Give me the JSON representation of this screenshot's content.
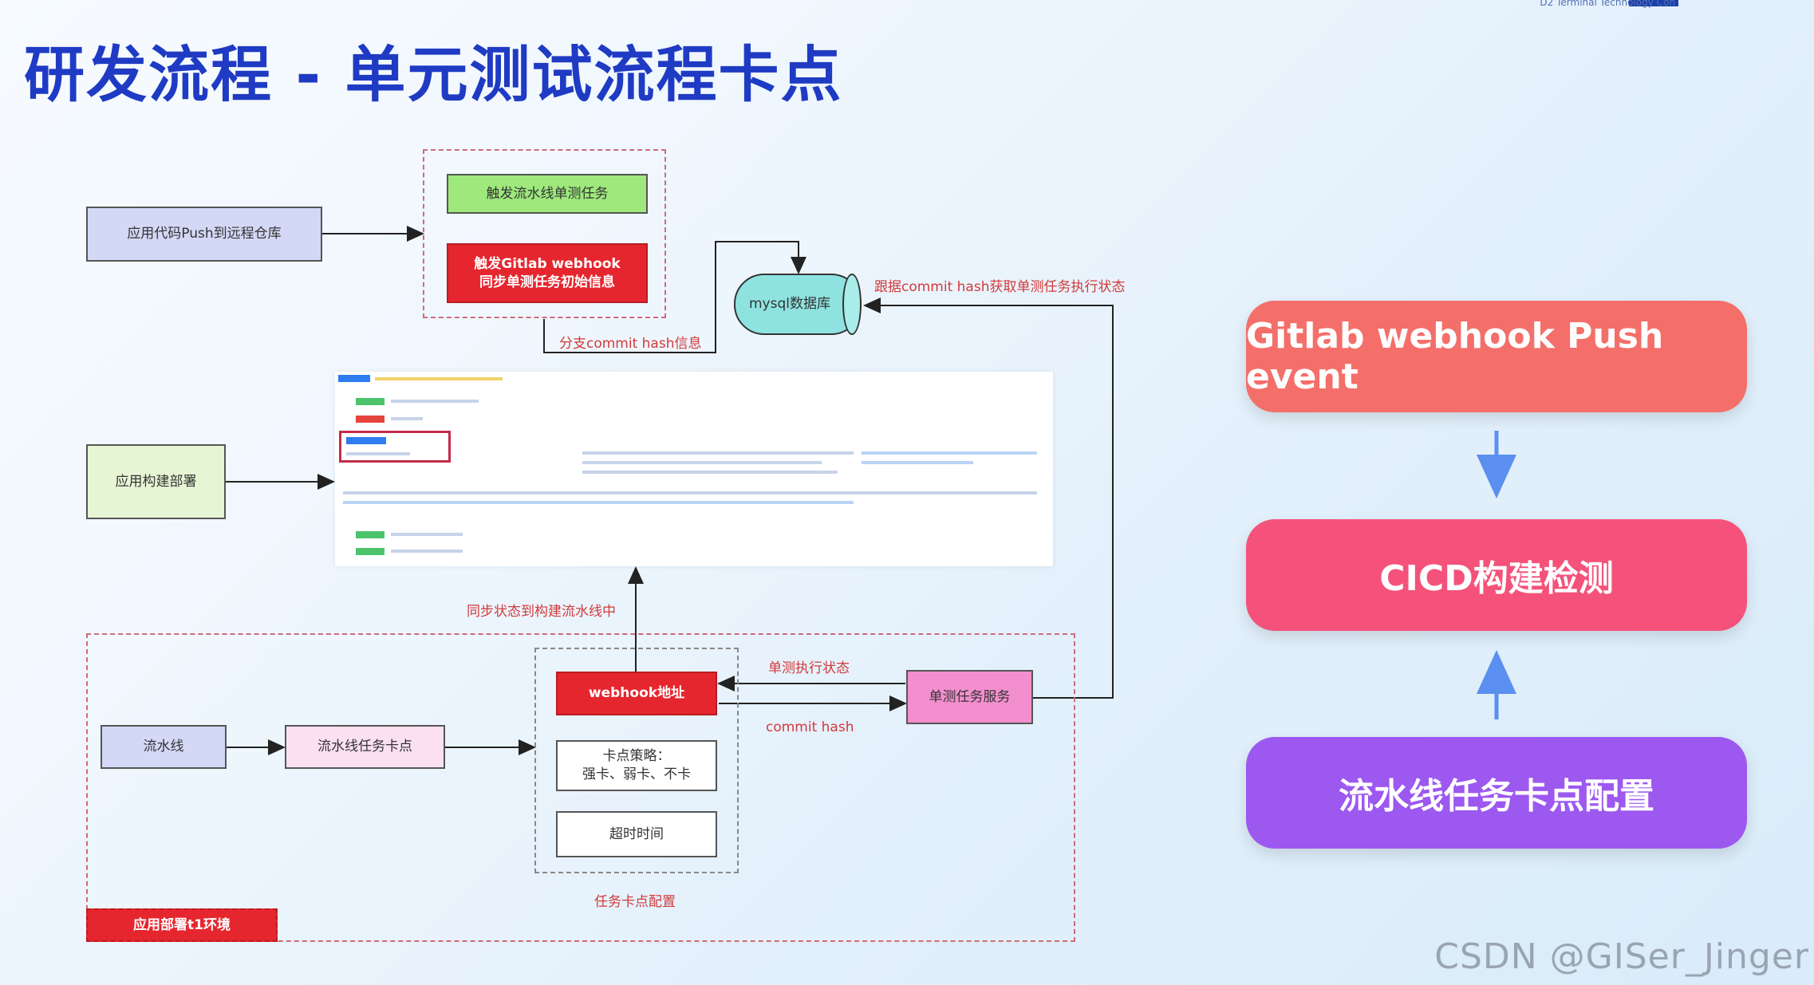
{
  "title": "研发流程 - 单元测试流程卡点",
  "logo": {
    "text": "D2 Terminal Technology Con"
  },
  "diagram": {
    "push_repo": "应用代码Push到远程仓库",
    "trigger_pipeline": "触发流水线单测任务",
    "trigger_webhook": "触发Gitlab webhook\n同步单测任务初始信息",
    "mysql": "mysql数据库",
    "label_branch_commit": "分支commit hash信息",
    "label_query_status": "跟据commit hash获取单测任务执行状态",
    "build_deploy": "应用构建部署",
    "label_sync_status": "同步状态到构建流水线中",
    "webhook_addr": "webhook地址",
    "label_exec_status": "单测执行状态",
    "label_commit_hash": "commit hash",
    "test_service": "单测任务服务",
    "pipeline": "流水线",
    "pipeline_gate": "流水线任务卡点",
    "gate_strategy": "卡点策略：\n强卡、弱卡、不卡",
    "timeout": "超时时间",
    "label_gate_config": "任务卡点配置",
    "deploy_env": "应用部署t1环境"
  },
  "right_panel": {
    "push_event": "Gitlab webhook Push event",
    "cicd_check": "CICD构建检测",
    "gate_config": "流水线任务卡点配置"
  },
  "colors": {
    "title": "#1f3bc4",
    "push_event": "#f46f6a",
    "cicd_check": "#f4527a",
    "gate_config": "#9d58f0"
  },
  "watermark": "CSDN @GISer_Jinger"
}
